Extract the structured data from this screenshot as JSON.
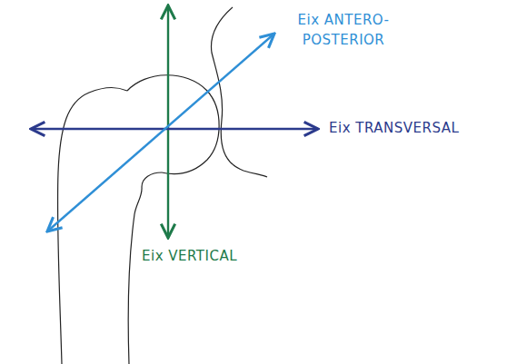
{
  "diagram": {
    "labels": [
      "Eix ANTERO- POSTERIOR",
      "Eix TRANSVERSAL",
      "Eix VERTICAL"
    ]
  }
}
